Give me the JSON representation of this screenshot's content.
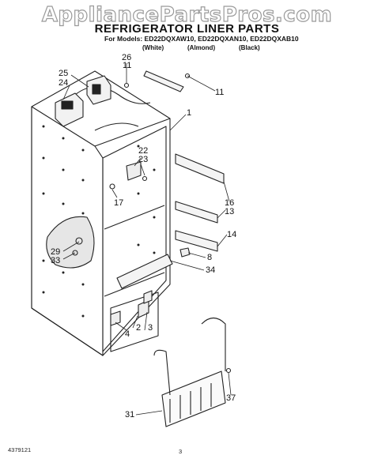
{
  "watermark": "AppliancePartsPros.com",
  "header": {
    "title": "REFRIGERATOR LINER PARTS",
    "models": "For Models: ED22DQXAW10, ED22DQXAN10, ED22DQXAB10",
    "variants": [
      "(White)",
      "(Almond)",
      "(Black)"
    ]
  },
  "callouts": {
    "c26": "26",
    "c11a": "11",
    "c11b": "11",
    "c25": "25",
    "c24": "24",
    "c1": "1",
    "c22": "22",
    "c23": "23",
    "c17": "17",
    "c16": "16",
    "c13": "13",
    "c14": "14",
    "c8": "8",
    "c29": "29",
    "c33": "33",
    "c34": "34",
    "c2": "2",
    "c3": "3",
    "c4": "4",
    "c37": "37",
    "c31": "31"
  },
  "footer": {
    "doc_number": "4379121",
    "page": "3"
  }
}
